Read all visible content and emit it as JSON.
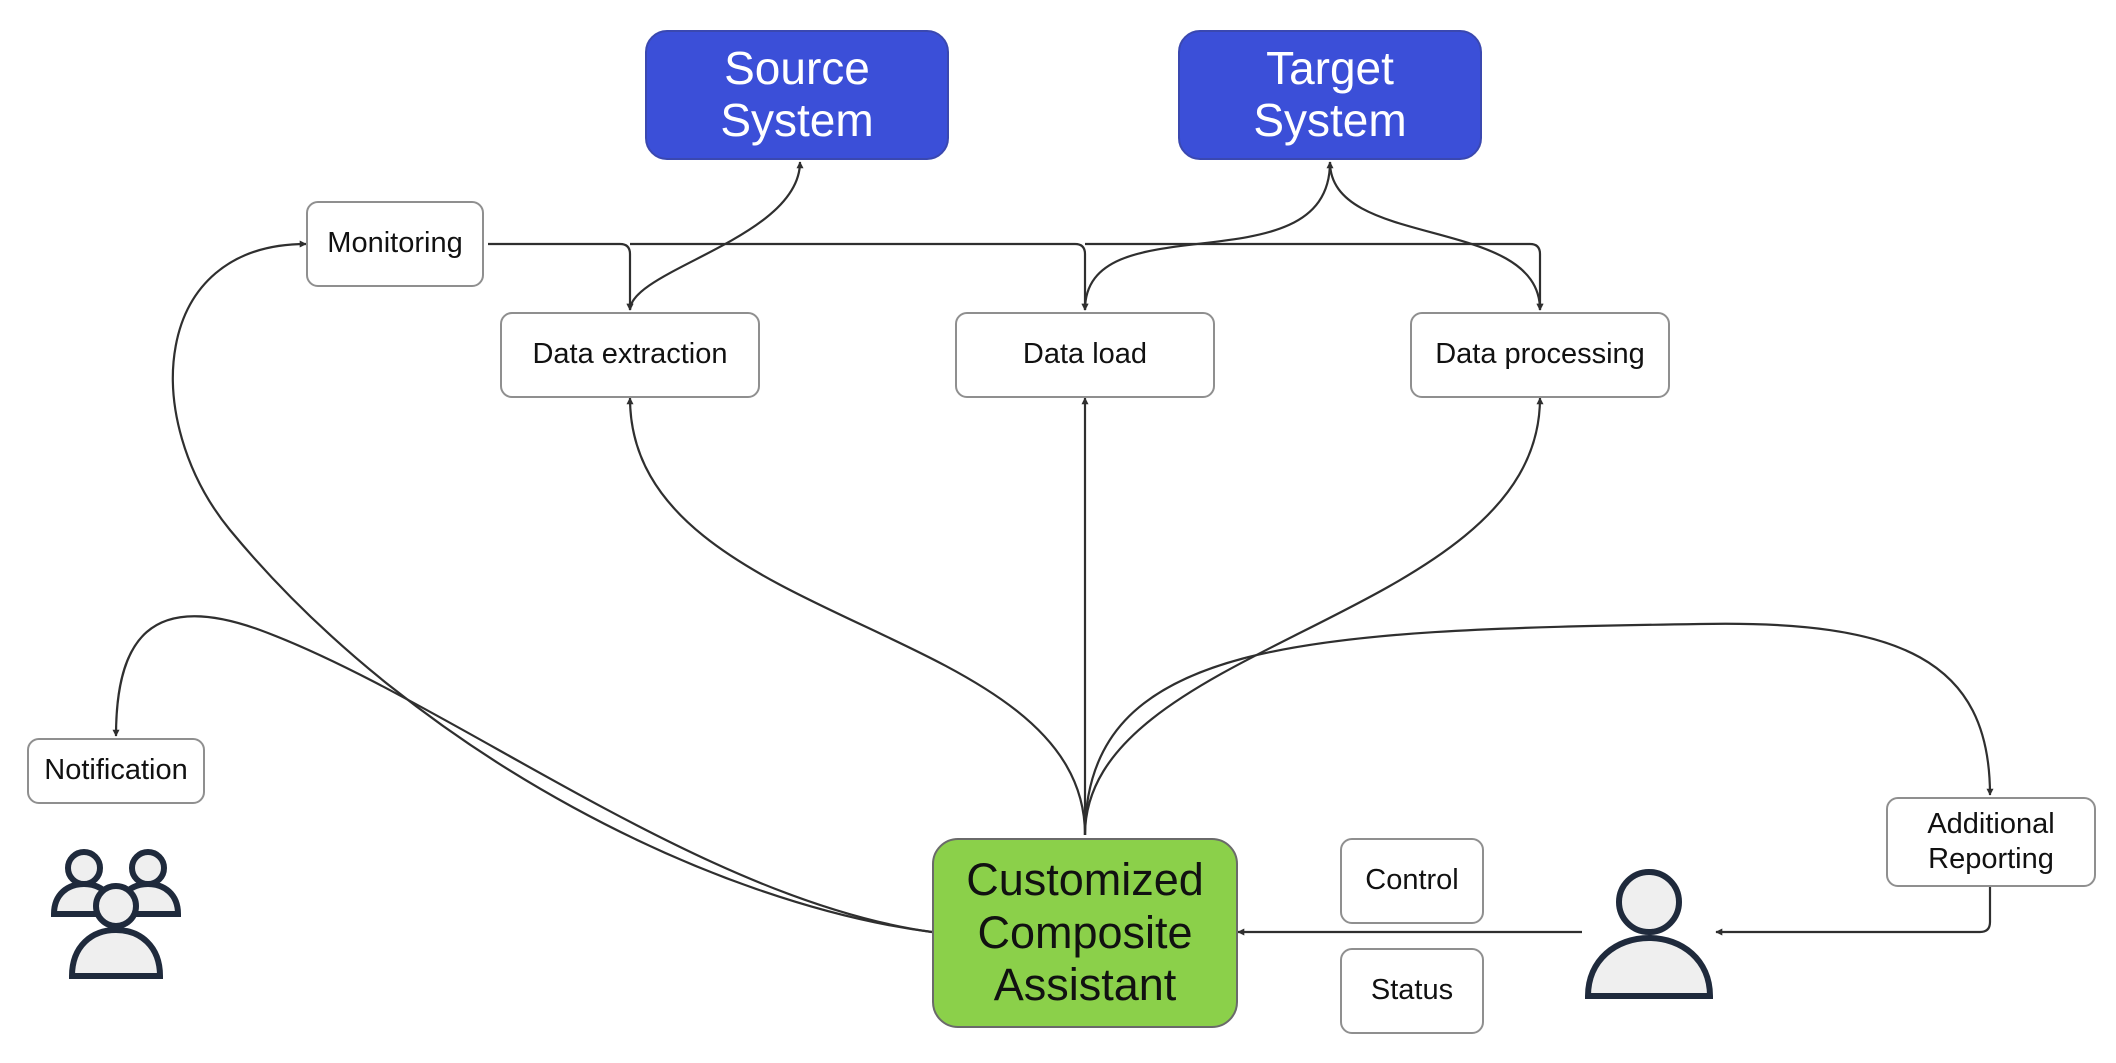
{
  "colors": {
    "system_fill": "#3b4fd8",
    "assistant_fill": "#8bd04a",
    "line": "#2f2f2f",
    "node_border": "#8f8f8f",
    "actor_stroke": "#1f2a3c",
    "actor_fill": "#efefef"
  },
  "nodes": {
    "source_system": "Source\nSystem",
    "target_system": "Target\nSystem",
    "monitoring": "Monitoring",
    "data_extraction": "Data extraction",
    "data_load": "Data load",
    "data_processing": "Data processing",
    "notification": "Notification",
    "assistant": "Customized\nComposite\nAssistant",
    "control": "Control",
    "status": "Status",
    "additional_reporting": "Additional\nReporting"
  },
  "icons": {
    "user_group": "users-group-icon",
    "user": "user-icon"
  }
}
